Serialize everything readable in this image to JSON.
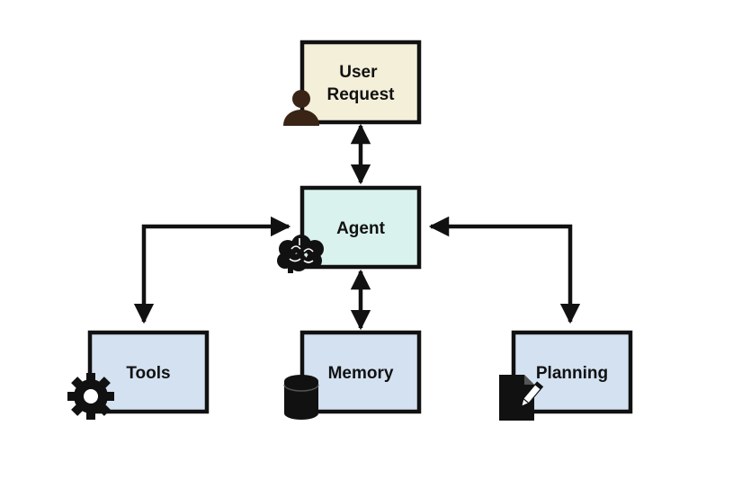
{
  "diagram": {
    "nodes": {
      "user_request": {
        "line1": "User",
        "line2": "Request",
        "fill": "#f3efd9",
        "icon": "person-icon"
      },
      "agent": {
        "label": "Agent",
        "fill": "#d9f2ee",
        "icon": "brain-icon"
      },
      "tools": {
        "label": "Tools",
        "fill": "#d3e1f1",
        "icon": "gear-icon"
      },
      "memory": {
        "label": "Memory",
        "fill": "#d3e1f1",
        "icon": "database-icon"
      },
      "planning": {
        "label": "Planning",
        "fill": "#d3e1f1",
        "icon": "document-pen-icon"
      }
    },
    "edges": [
      {
        "from": "user_request",
        "to": "agent",
        "direction": "both"
      },
      {
        "from": "agent",
        "to": "tools",
        "direction": "both"
      },
      {
        "from": "agent",
        "to": "memory",
        "direction": "both"
      },
      {
        "from": "agent",
        "to": "planning",
        "direction": "both"
      }
    ],
    "colors": {
      "stroke": "#111111",
      "person": "#3a2415",
      "icon": "#111111"
    }
  }
}
